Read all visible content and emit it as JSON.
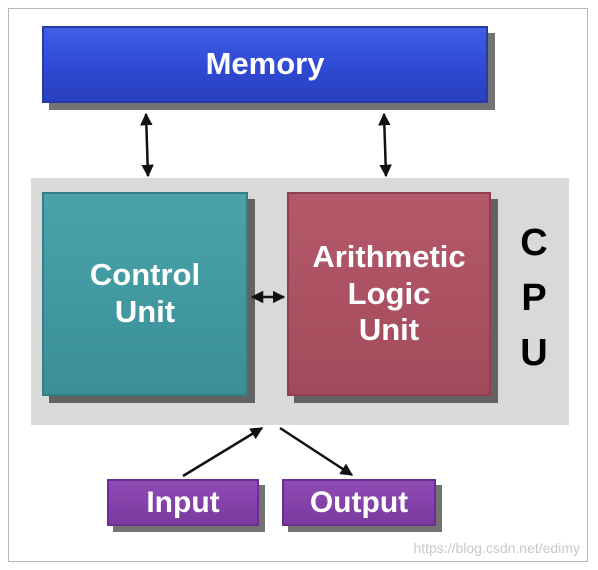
{
  "memory": {
    "label": "Memory"
  },
  "control_unit": {
    "line1": "Control",
    "line2": "Unit"
  },
  "alu": {
    "line1": "Arithmetic",
    "line2": "Logic",
    "line3": "Unit"
  },
  "cpu_label": {
    "c": "C",
    "p": "P",
    "u": "U"
  },
  "input": {
    "label": "Input"
  },
  "output": {
    "label": "Output"
  },
  "watermark": "https://blog.csdn.net/edimy",
  "colors": {
    "memory": "#2f49d2",
    "control_unit": "#3b8f97",
    "alu": "#a24a5b",
    "io": "#7a3aa0",
    "cpu_region": "#d9d9d9"
  }
}
